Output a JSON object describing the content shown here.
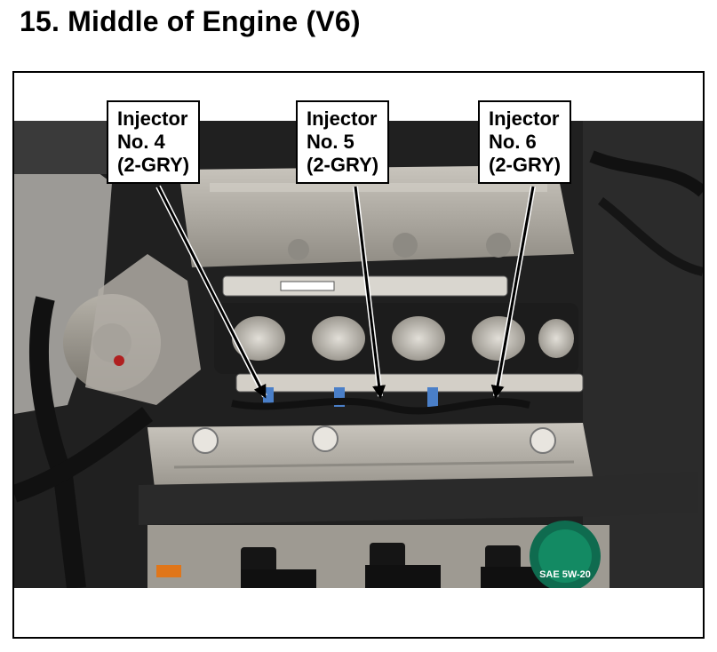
{
  "title": "15.  Middle of Engine (V6)",
  "callouts": [
    {
      "line1": "Injector",
      "line2": "No. 4",
      "line3": "(2-GRY)"
    },
    {
      "line1": "Injector",
      "line2": "No. 5",
      "line3": "(2-GRY)"
    },
    {
      "line1": "Injector",
      "line2": "No. 6",
      "line3": "(2-GRY)"
    }
  ],
  "photo": {
    "subject": "V6 engine bay, top view, intake manifold removed",
    "oil_cap_text": "SAE 5W-20"
  },
  "colors": {
    "frame": "#000000",
    "callout_bg": "#ffffff",
    "arrow": "#000000",
    "engine_silver": "#a8a49c",
    "engine_dark": "#2a2a2a"
  }
}
